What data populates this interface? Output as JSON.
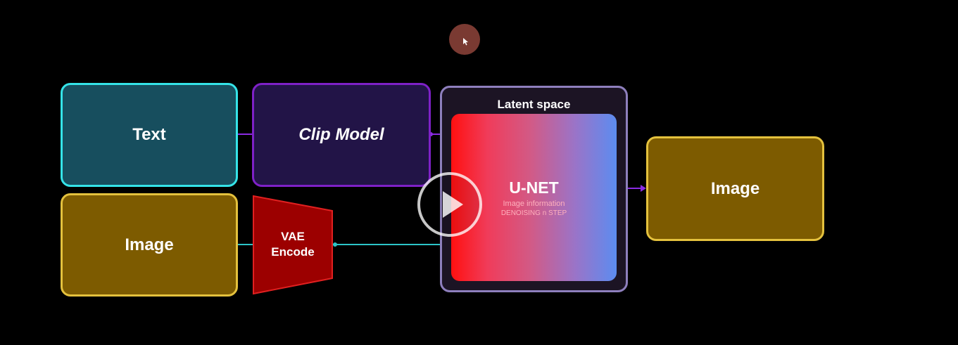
{
  "nodes": {
    "text": "Text",
    "image_input": "Image",
    "clip_model": "Clip Model",
    "vae_encode_line1": "VAE",
    "vae_encode_line2": "Encode",
    "latent_space": "Latent space",
    "unet_title": "U-NET",
    "unet_sub1": "Image information",
    "unet_sub2": "DENOISING n STEP",
    "image_output": "Image"
  },
  "colors": {
    "background": "#000000",
    "text_fill": "#174e5e",
    "text_border": "#35e3e8",
    "image_fill": "#7d5b00",
    "image_border": "#e4c13d",
    "clip_fill": "#221447",
    "clip_border": "#7e21c7",
    "vae_fill": "#9c0000",
    "vae_border": "#e02020",
    "latent_border": "#8e7fbd",
    "connector_purple": "#8a2be2",
    "connector_cyan": "#2cc4c8"
  },
  "icons": {
    "play": "play-icon",
    "cursor": "cursor-icon"
  }
}
